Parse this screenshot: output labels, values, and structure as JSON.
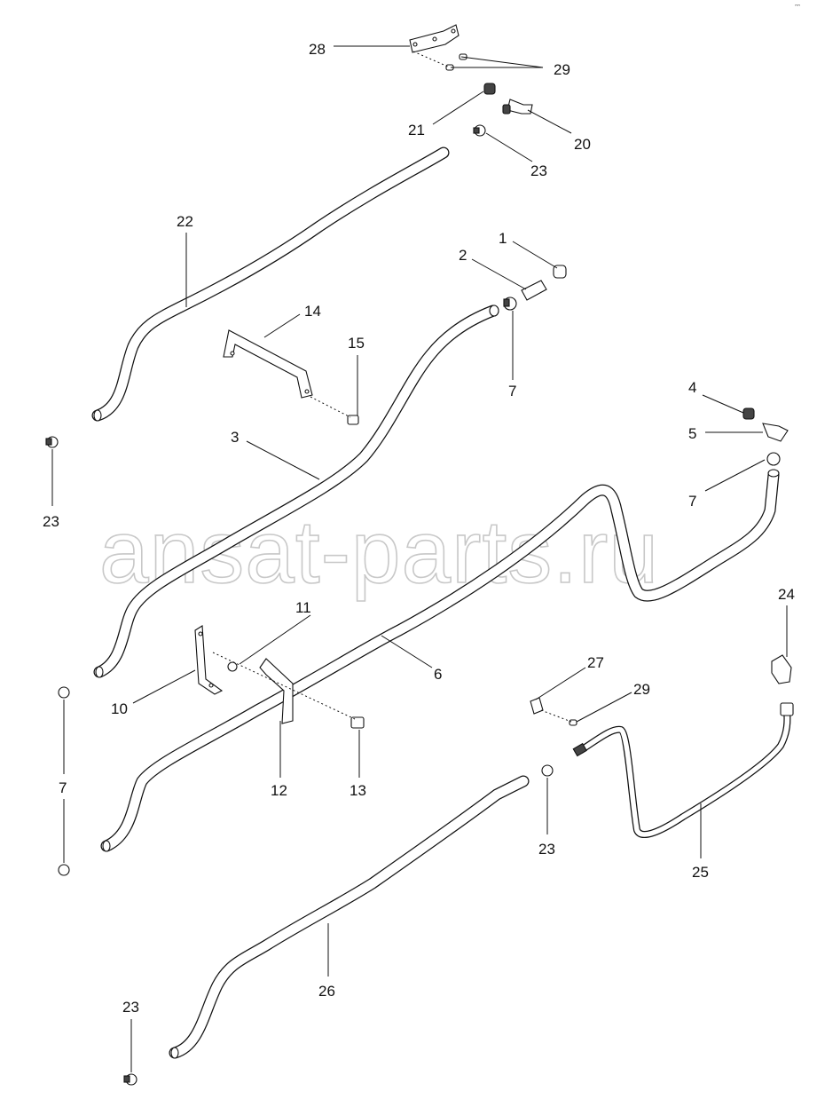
{
  "diagram": {
    "watermark": "ansat-parts.ru",
    "corner_mark": "ᵔᵔ",
    "callouts": {
      "c1": "1",
      "c2": "2",
      "c3": "3",
      "c4": "4",
      "c5": "5",
      "c6": "6",
      "c7a": "7",
      "c7b": "7",
      "c7c": "7",
      "c10": "10",
      "c11": "11",
      "c12": "12",
      "c13": "13",
      "c14": "14",
      "c15": "15",
      "c20": "20",
      "c21": "21",
      "c22": "22",
      "c23a": "23",
      "c23b": "23",
      "c23c": "23",
      "c23d": "23",
      "c24": "24",
      "c25": "25",
      "c26": "26",
      "c27": "27",
      "c28": "28",
      "c29a": "29",
      "c29b": "29"
    }
  }
}
